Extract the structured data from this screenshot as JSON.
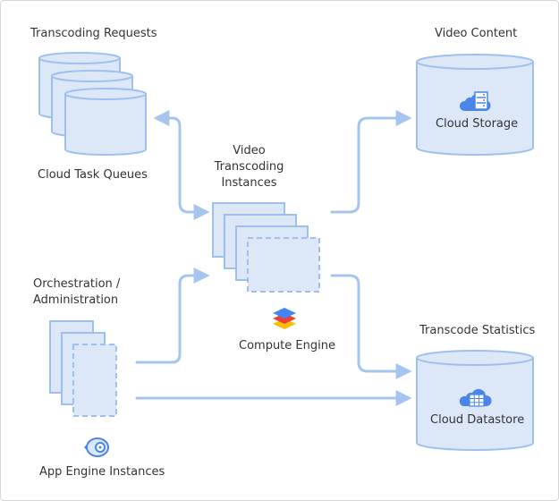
{
  "diagram": {
    "labels": {
      "transcoding_requests": "Transcoding Requests",
      "cloud_task_queues": "Cloud Task Queues",
      "video_transcoding_line1": "Video",
      "video_transcoding_line2": "Transcoding",
      "video_transcoding_line3": "Instances",
      "compute_engine": "Compute Engine",
      "orchestration_line1": "Orchestration /",
      "orchestration_line2": "Administration",
      "app_engine_instances": "App Engine Instances",
      "video_content": "Video Content",
      "cloud_storage": "Cloud Storage",
      "transcode_statistics": "Transcode Statistics",
      "cloud_datastore": "Cloud Datastore"
    },
    "icons": {
      "storage": "cloud-storage-icon",
      "datastore": "cloud-datastore-icon",
      "compute": "compute-engine-icon",
      "app_engine": "app-engine-icon"
    },
    "colors": {
      "shape_fill": "#dce8f8",
      "shape_stroke": "#9fc0ef",
      "arrow": "#a6c4f0",
      "icon_blue": "#4a86e8"
    }
  }
}
